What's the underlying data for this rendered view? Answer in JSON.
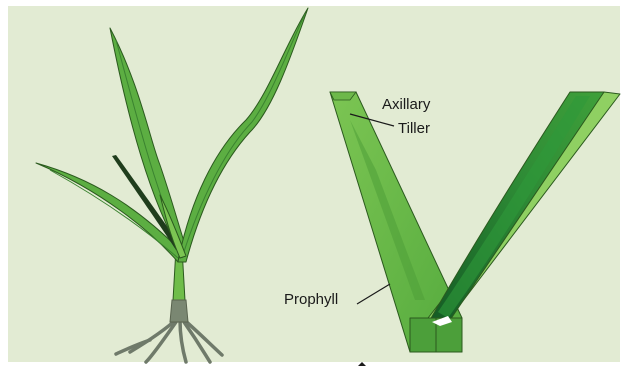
{
  "colors": {
    "background": "#e2ebd3",
    "frame": "#ffffff",
    "leaf_light": "#6fbd4a",
    "leaf_mid": "#3f9a36",
    "leaf_dark": "#1f6b2a",
    "leaf_outline": "#2b5a1e",
    "root": "#6f7a6a",
    "text": "#1a1a1a"
  },
  "labels": {
    "axillary_line1": "Axillary",
    "axillary_line2": "Tiller",
    "prophyll": "Prophyll"
  }
}
